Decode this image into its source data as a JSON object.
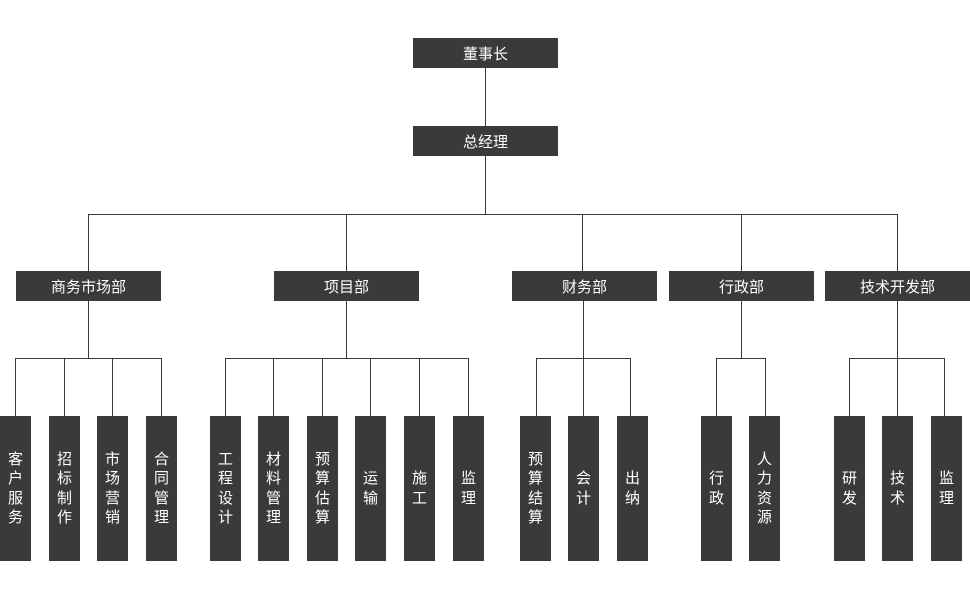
{
  "colors": {
    "box": "#3a3a3a",
    "text": "#ffffff",
    "line": "#3a3a3a"
  },
  "chairman": "董事长",
  "gm": "总经理",
  "departments": [
    {
      "name": "商务市场部",
      "units": [
        "客户服务",
        "招标制作",
        "市场营销",
        "合同管理"
      ]
    },
    {
      "name": "项目部",
      "units": [
        "工程设计",
        "材料管理",
        "预算估算",
        "运输",
        "施工",
        "监理"
      ]
    },
    {
      "name": "财务部",
      "units": [
        "预算结算",
        "会计",
        "出纳"
      ]
    },
    {
      "name": "行政部",
      "units": [
        "行政",
        "人力资源"
      ]
    },
    {
      "name": "技术开发部",
      "units": [
        "研发",
        "技术",
        "监理"
      ]
    }
  ]
}
